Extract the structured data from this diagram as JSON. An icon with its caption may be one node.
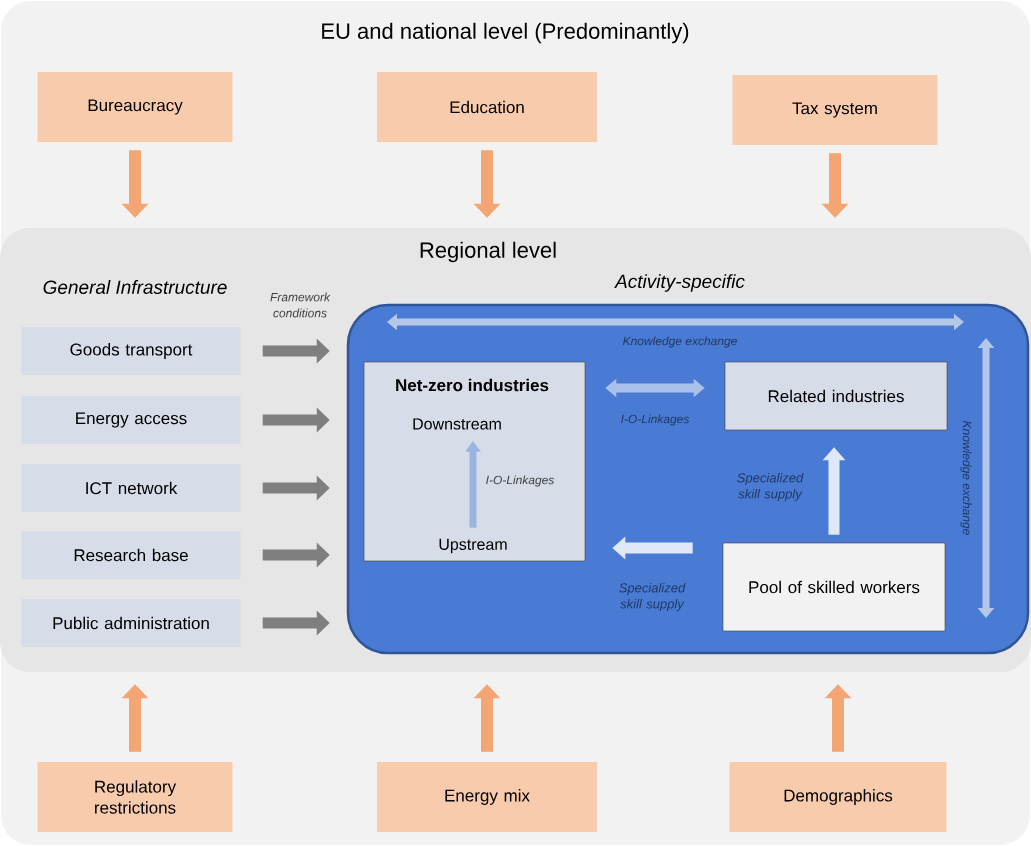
{
  "diagram": {
    "title": "EU and national level (Predominantly)",
    "nodes": [
      {
        "text": [],
        "shape": "box"
      },
      {
        "text": [
          "Bureaucracy"
        ],
        "in": 0
      },
      {
        "text": [
          "Education"
        ],
        "in": 0
      },
      {
        "text": [
          "Tax system"
        ],
        "in": 0
      },
      {
        "text": [
          "Regional level"
        ],
        "in": 0
      },
      {
        "text": [
          "Goods transport"
        ],
        "in": 4
      },
      {
        "text": [
          "Energy access"
        ],
        "in": 4
      },
      {
        "text": [
          "ICT network"
        ],
        "in": 4
      },
      {
        "text": [
          "Research base"
        ],
        "in": 4
      },
      {
        "text": [
          "Public administration"
        ],
        "in": 4
      },
      {
        "text": [],
        "shape": "box",
        "in": 4
      },
      {
        "text": [
          "Net-zero industries"
        ],
        "in": 10
      },
      {
        "text": [
          "Downstream"
        ],
        "in": 11
      },
      {
        "text": [
          "Upstream"
        ],
        "in": 11
      },
      {
        "text": [
          "Related industries"
        ],
        "in": 10
      },
      {
        "text": [
          "Pool of skilled workers"
        ],
        "in": 10
      },
      {
        "text": [
          "Regulatory restrictions"
        ],
        "in": 0
      },
      {
        "text": [
          "Energy mix"
        ],
        "in": 0
      },
      {
        "text": [
          "Demographics"
        ],
        "in": 0
      }
    ],
    "edges": [
      {
        "from": 1,
        "to": 4,
        "arrow": "to",
        "color": "#f4a574"
      },
      {
        "from": 2,
        "to": 4,
        "arrow": "to",
        "color": "#f4a574"
      },
      {
        "from": 3,
        "to": 4,
        "arrow": "to",
        "color": "#f4a574"
      },
      {
        "from": 5,
        "to": 10,
        "arrow": "to",
        "label": "Framework conditions",
        "color": "#7f7f7f"
      },
      {
        "from": 6,
        "to": 10,
        "arrow": "to",
        "color": "#7f7f7f"
      },
      {
        "from": 7,
        "to": 10,
        "arrow": "to",
        "color": "#7f7f7f"
      },
      {
        "from": 8,
        "to": 10,
        "arrow": "to",
        "color": "#7f7f7f"
      },
      {
        "from": 9,
        "to": 10,
        "arrow": "to",
        "color": "#7f7f7f"
      },
      {
        "from": 13,
        "to": 12,
        "arrow": "to",
        "label": "I-O-Linkages",
        "color": "#9ab4e0"
      },
      {
        "from": 11,
        "to": 14,
        "arrow": "both",
        "label": "I-O-Linkages",
        "color": "#a9c1ea"
      },
      {
        "from": 15,
        "to": 14,
        "arrow": "to",
        "label": "Specialized skill supply",
        "color": "#dee8f7"
      },
      {
        "from": 15,
        "to": 11,
        "arrow": "to",
        "label": "Specialized skill supply",
        "color": "#dee8f7"
      },
      {
        "from": 16,
        "to": 4,
        "arrow": "to",
        "color": "#f4a574"
      },
      {
        "from": 17,
        "to": 4,
        "arrow": "to",
        "color": "#f4a574"
      },
      {
        "from": 18,
        "to": 4,
        "arrow": "to",
        "color": "#f4a574"
      }
    ],
    "labels": [
      "General Infrastructure",
      "Activity-specific",
      "Knowledge exchange",
      "Knowledge exchange"
    ]
  }
}
